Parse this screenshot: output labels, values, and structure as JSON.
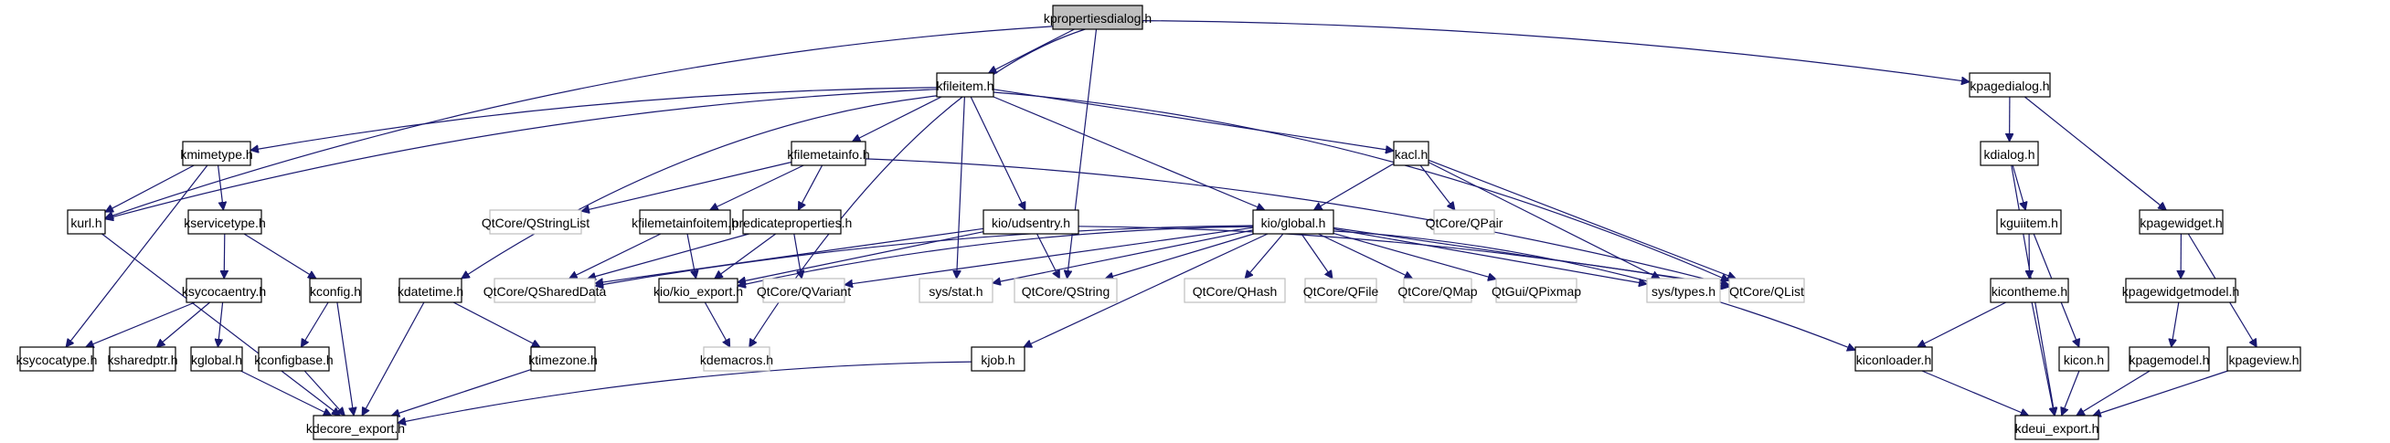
{
  "diagram": {
    "type": "include-dependency-graph",
    "root": "kpropertiesdialog.h",
    "colors": {
      "edge": "#191970",
      "root_fill": "#bfbfbf",
      "documented_border": "#000000",
      "external_border": "#bfbfbf",
      "external_text": "#000000"
    },
    "nodes": [
      {
        "id": "kpropertiesdialog",
        "label": "kpropertiesdialog.h",
        "kind": "root"
      },
      {
        "id": "kfileitem",
        "label": "kfileitem.h",
        "kind": "documented"
      },
      {
        "id": "kpagedialog",
        "label": "kpagedialog.h",
        "kind": "documented"
      },
      {
        "id": "kmimetype",
        "label": "kmimetype.h",
        "kind": "documented"
      },
      {
        "id": "kfilemetainfo",
        "label": "kfilemetainfo.h",
        "kind": "documented"
      },
      {
        "id": "kacl",
        "label": "kacl.h",
        "kind": "documented"
      },
      {
        "id": "kdialog",
        "label": "kdialog.h",
        "kind": "documented"
      },
      {
        "id": "kurl",
        "label": "kurl.h",
        "kind": "documented"
      },
      {
        "id": "kservicetype",
        "label": "kservicetype.h",
        "kind": "documented"
      },
      {
        "id": "qstringlist",
        "label": "QtCore/QStringList",
        "kind": "external"
      },
      {
        "id": "kfilemetainfoitem",
        "label": "kfilemetainfoitem.h",
        "kind": "documented"
      },
      {
        "id": "predicateproperties",
        "label": "predicateproperties.h",
        "kind": "documented"
      },
      {
        "id": "udsentry",
        "label": "kio/udsentry.h",
        "kind": "documented"
      },
      {
        "id": "kioglobal",
        "label": "kio/global.h",
        "kind": "documented"
      },
      {
        "id": "qpair",
        "label": "QtCore/QPair",
        "kind": "external"
      },
      {
        "id": "kguiitem",
        "label": "kguiitem.h",
        "kind": "documented"
      },
      {
        "id": "kpagewidget",
        "label": "kpagewidget.h",
        "kind": "documented"
      },
      {
        "id": "ksycocaentry",
        "label": "ksycocaentry.h",
        "kind": "documented"
      },
      {
        "id": "kconfig",
        "label": "kconfig.h",
        "kind": "documented"
      },
      {
        "id": "kdatetime",
        "label": "kdatetime.h",
        "kind": "documented"
      },
      {
        "id": "qshareddata",
        "label": "QtCore/QSharedData",
        "kind": "external"
      },
      {
        "id": "kioexport",
        "label": "kio/kio_export.h",
        "kind": "documented"
      },
      {
        "id": "qvariant",
        "label": "QtCore/QVariant",
        "kind": "external"
      },
      {
        "id": "sysstat",
        "label": "sys/stat.h",
        "kind": "external"
      },
      {
        "id": "qstring",
        "label": "QtCore/QString",
        "kind": "external"
      },
      {
        "id": "qhash",
        "label": "QtCore/QHash",
        "kind": "external"
      },
      {
        "id": "qfile",
        "label": "QtCore/QFile",
        "kind": "external"
      },
      {
        "id": "qmap",
        "label": "QtCore/QMap",
        "kind": "external"
      },
      {
        "id": "qpixmap",
        "label": "QtGui/QPixmap",
        "kind": "external"
      },
      {
        "id": "systypes",
        "label": "sys/types.h",
        "kind": "external"
      },
      {
        "id": "qlist",
        "label": "QtCore/QList",
        "kind": "external"
      },
      {
        "id": "kicontheme",
        "label": "kicontheme.h",
        "kind": "documented"
      },
      {
        "id": "kpagewidgetmodel",
        "label": "kpagewidgetmodel.h",
        "kind": "documented"
      },
      {
        "id": "ksycocatype",
        "label": "ksycocatype.h",
        "kind": "documented"
      },
      {
        "id": "ksharedptr",
        "label": "ksharedptr.h",
        "kind": "documented"
      },
      {
        "id": "kglobal",
        "label": "kglobal.h",
        "kind": "documented"
      },
      {
        "id": "kconfigbase",
        "label": "kconfigbase.h",
        "kind": "documented"
      },
      {
        "id": "ktimezone",
        "label": "ktimezone.h",
        "kind": "documented"
      },
      {
        "id": "kdemacros",
        "label": "kdemacros.h",
        "kind": "external"
      },
      {
        "id": "kjob",
        "label": "kjob.h",
        "kind": "documented"
      },
      {
        "id": "kiconloader",
        "label": "kiconloader.h",
        "kind": "documented"
      },
      {
        "id": "kicon",
        "label": "kicon.h",
        "kind": "documented"
      },
      {
        "id": "kpagemodel",
        "label": "kpagemodel.h",
        "kind": "documented"
      },
      {
        "id": "kpageview",
        "label": "kpageview.h",
        "kind": "documented"
      },
      {
        "id": "kdecoreexport",
        "label": "kdecore_export.h",
        "kind": "documented"
      },
      {
        "id": "kdeuiexport",
        "label": "kdeui_export.h",
        "kind": "documented"
      }
    ],
    "edges": [
      [
        "kpropertiesdialog",
        "kfileitem"
      ],
      [
        "kpropertiesdialog",
        "kurl"
      ],
      [
        "kpropertiesdialog",
        "qstring"
      ],
      [
        "kpropertiesdialog",
        "kpagedialog"
      ],
      [
        "kpropertiesdialog",
        "kdemacros"
      ],
      [
        "kfileitem",
        "kmimetype"
      ],
      [
        "kfileitem",
        "kurl"
      ],
      [
        "kfileitem",
        "kfilemetainfo"
      ],
      [
        "kfileitem",
        "kdatetime"
      ],
      [
        "kfileitem",
        "sysstat"
      ],
      [
        "kfileitem",
        "udsentry"
      ],
      [
        "kfileitem",
        "kioglobal"
      ],
      [
        "kfileitem",
        "kacl"
      ],
      [
        "kfileitem",
        "qlist"
      ],
      [
        "kmimetype",
        "kurl"
      ],
      [
        "kmimetype",
        "kservicetype"
      ],
      [
        "kmimetype",
        "ksycocatype"
      ],
      [
        "kurl",
        "kdecoreexport"
      ],
      [
        "kservicetype",
        "ksycocaentry"
      ],
      [
        "kservicetype",
        "kconfig"
      ],
      [
        "ksycocaentry",
        "ksycocatype"
      ],
      [
        "ksycocaentry",
        "ksharedptr"
      ],
      [
        "ksycocaentry",
        "kglobal"
      ],
      [
        "kconfig",
        "kconfigbase"
      ],
      [
        "kconfig",
        "kdecoreexport"
      ],
      [
        "kglobal",
        "kdecoreexport"
      ],
      [
        "kconfigbase",
        "kdecoreexport"
      ],
      [
        "kdatetime",
        "ktimezone"
      ],
      [
        "kdatetime",
        "kdecoreexport"
      ],
      [
        "ktimezone",
        "kdecoreexport"
      ],
      [
        "kfilemetainfo",
        "qstringlist"
      ],
      [
        "kfilemetainfo",
        "kfilemetainfoitem"
      ],
      [
        "kfilemetainfo",
        "predicateproperties"
      ],
      [
        "kfilemetainfo",
        "qlist"
      ],
      [
        "kfilemetainfoitem",
        "qshareddata"
      ],
      [
        "kfilemetainfoitem",
        "kioexport"
      ],
      [
        "predicateproperties",
        "qshareddata"
      ],
      [
        "predicateproperties",
        "kioexport"
      ],
      [
        "predicateproperties",
        "qvariant"
      ],
      [
        "udsentry",
        "qshareddata"
      ],
      [
        "udsentry",
        "kioexport"
      ],
      [
        "udsentry",
        "qstring"
      ],
      [
        "udsentry",
        "qlist"
      ],
      [
        "kioexport",
        "kdemacros"
      ],
      [
        "kioglobal",
        "kioexport"
      ],
      [
        "kioglobal",
        "qvariant"
      ],
      [
        "kioglobal",
        "sysstat"
      ],
      [
        "kioglobal",
        "qstring"
      ],
      [
        "kioglobal",
        "qshareddata"
      ],
      [
        "kioglobal",
        "qhash"
      ],
      [
        "kioglobal",
        "qfile"
      ],
      [
        "kioglobal",
        "qmap"
      ],
      [
        "kioglobal",
        "qpixmap"
      ],
      [
        "kioglobal",
        "systypes"
      ],
      [
        "kioglobal",
        "qlist"
      ],
      [
        "kioglobal",
        "kjob"
      ],
      [
        "kioglobal",
        "kiconloader"
      ],
      [
        "kjob",
        "kdecoreexport"
      ],
      [
        "kacl",
        "kioglobal"
      ],
      [
        "kacl",
        "qpair"
      ],
      [
        "kacl",
        "systypes"
      ],
      [
        "kacl",
        "qlist"
      ],
      [
        "kpagedialog",
        "kdialog"
      ],
      [
        "kpagedialog",
        "kpagewidget"
      ],
      [
        "kdialog",
        "kguiitem"
      ],
      [
        "kdialog",
        "kdeuiexport"
      ],
      [
        "kguiitem",
        "kicontheme"
      ],
      [
        "kguiitem",
        "kicon"
      ],
      [
        "kicontheme",
        "kiconloader"
      ],
      [
        "kicontheme",
        "kdeuiexport"
      ],
      [
        "kiconloader",
        "kdeuiexport"
      ],
      [
        "kicon",
        "kdeuiexport"
      ],
      [
        "kpagewidget",
        "kpagewidgetmodel"
      ],
      [
        "kpagewidget",
        "kpageview"
      ],
      [
        "kpagewidgetmodel",
        "kpagemodel"
      ],
      [
        "kpagemodel",
        "kdeuiexport"
      ],
      [
        "kpageview",
        "kdeuiexport"
      ]
    ]
  }
}
